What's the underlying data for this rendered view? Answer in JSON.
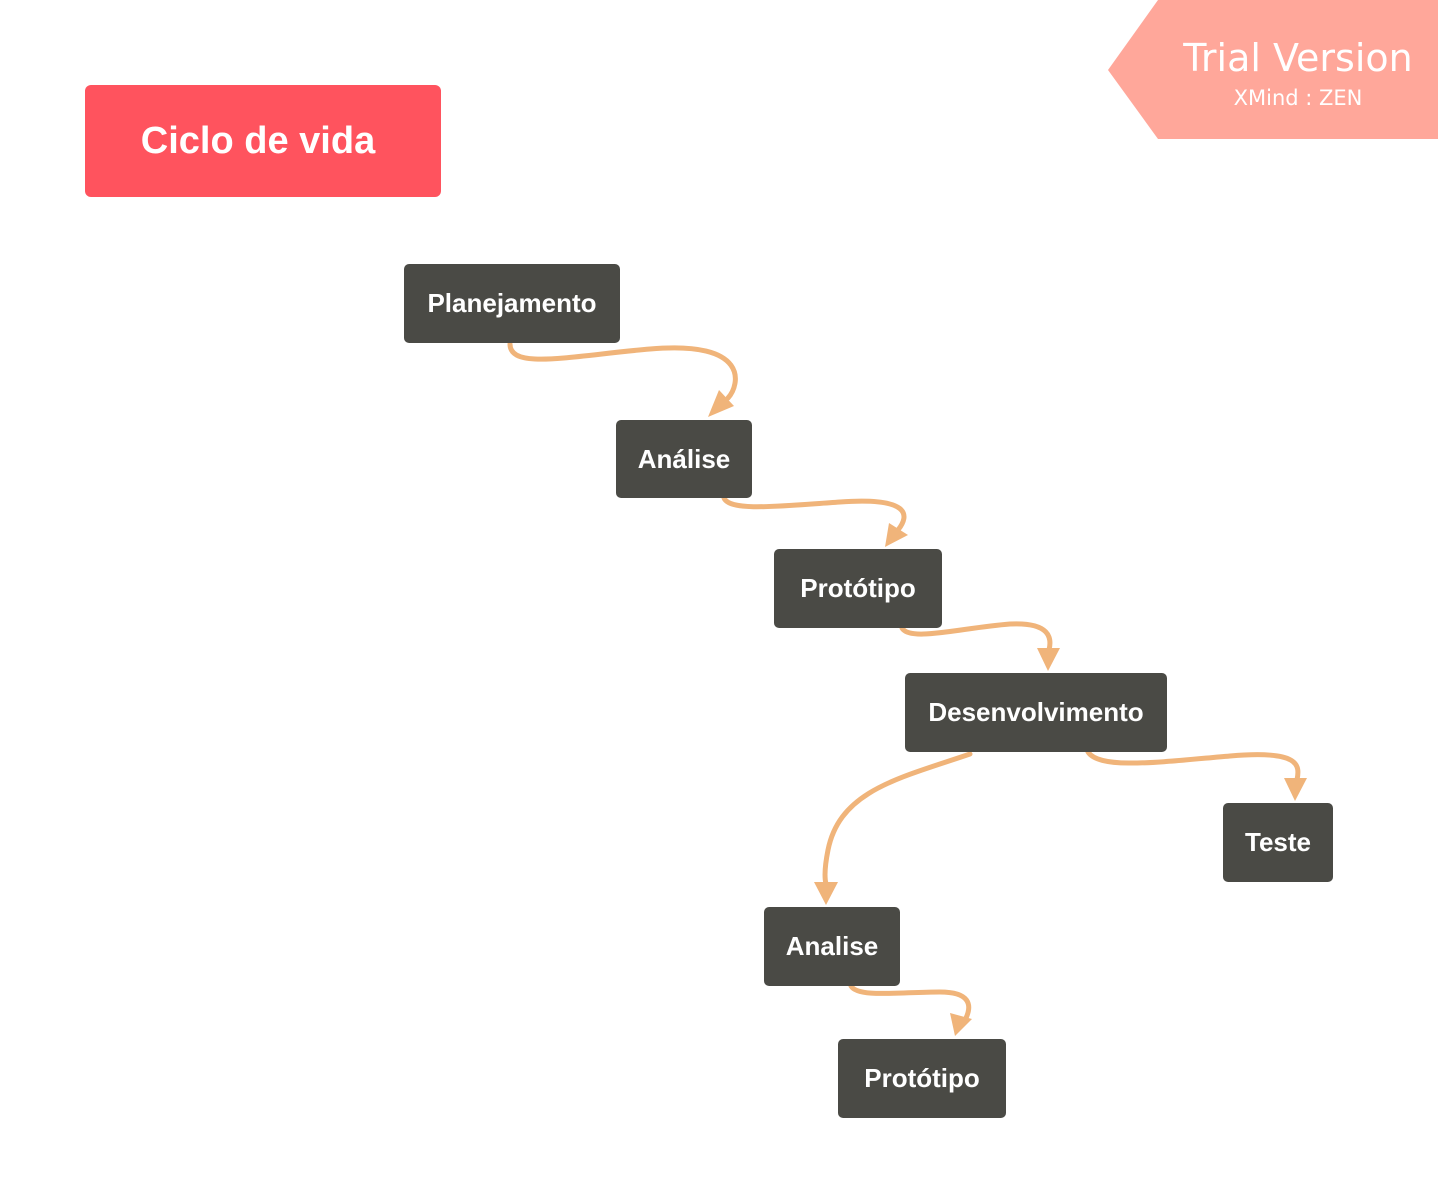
{
  "diagram": {
    "title": "Ciclo de vida",
    "nodes": [
      {
        "id": "planejamento",
        "label": "Planejamento"
      },
      {
        "id": "analise-1",
        "label": "Análise"
      },
      {
        "id": "prototipo-1",
        "label": "Protótipo"
      },
      {
        "id": "desenvolvimento",
        "label": "Desenvolvimento"
      },
      {
        "id": "teste",
        "label": "Teste"
      },
      {
        "id": "analise-2",
        "label": "Analise"
      },
      {
        "id": "prototipo-2",
        "label": "Protótipo"
      }
    ],
    "edges": [
      {
        "from": "planejamento",
        "to": "analise-1"
      },
      {
        "from": "analise-1",
        "to": "prototipo-1"
      },
      {
        "from": "prototipo-1",
        "to": "desenvolvimento"
      },
      {
        "from": "desenvolvimento",
        "to": "teste"
      },
      {
        "from": "desenvolvimento",
        "to": "analise-2"
      },
      {
        "from": "analise-2",
        "to": "prototipo-2"
      }
    ]
  },
  "watermark": {
    "title": "Trial Version",
    "subtitle": "XMind : ZEN"
  },
  "colors": {
    "title_bg": "#FF535E",
    "node_bg": "#4A4A45",
    "connector": "#F0B47A",
    "watermark_bg": "#FFA79A"
  }
}
